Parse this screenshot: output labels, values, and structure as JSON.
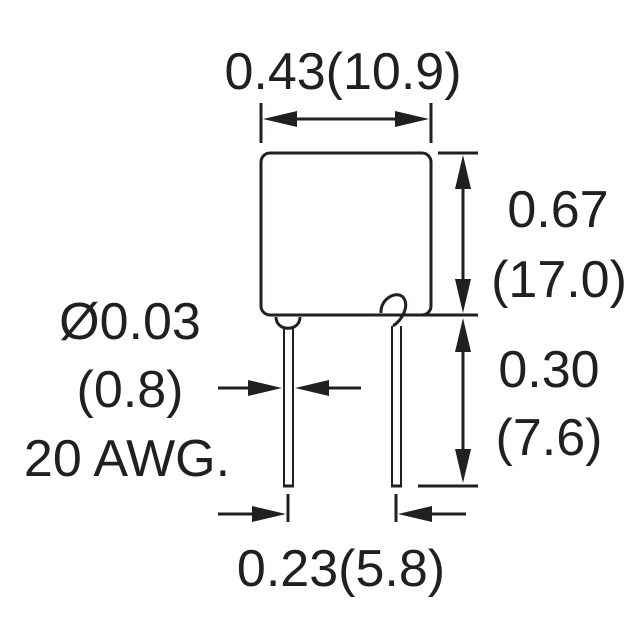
{
  "dimensions": {
    "body_width": "0.43(10.9)",
    "body_height_in": "0.67",
    "body_height_mm": "(17.0)",
    "lead_length_in": "0.30",
    "lead_length_mm": "(7.6)",
    "lead_diameter_in": "Ø0.03",
    "lead_diameter_mm": "(0.8)",
    "wire_gauge": "20 AWG.",
    "lead_spacing": "0.23(5.8)"
  },
  "colors": {
    "line": "#231f20",
    "background": "#ffffff"
  }
}
